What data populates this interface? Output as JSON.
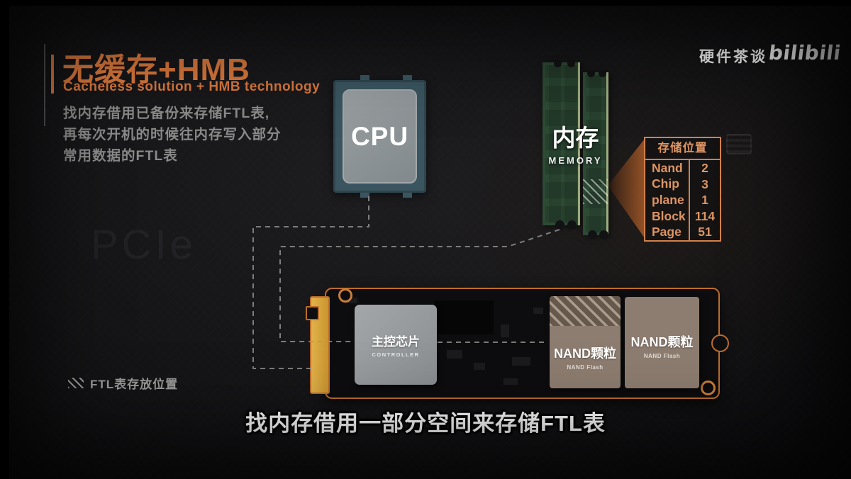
{
  "header": {
    "title": "无缓存+HMB",
    "subtitle_en": "Cacheless solution + HMB technology",
    "description_lines": [
      "找内存借用已备份来存储FTL表,",
      "再每次开机的时候往内存写入部分",
      "常用数据的FTL表"
    ],
    "channel_name": "硬件茶谈",
    "platform_logo": "bilibili"
  },
  "background_watermark": "PCIe",
  "cpu": {
    "label": "CPU"
  },
  "memory": {
    "label": "内存",
    "sublabel": "MEMORY"
  },
  "location_table": {
    "title": "存储位置",
    "rows": [
      {
        "label": "Nand",
        "value": "2"
      },
      {
        "label": "Chip",
        "value": "3"
      },
      {
        "label": "plane",
        "value": "1"
      },
      {
        "label": "Block",
        "value": "114"
      },
      {
        "label": "Page",
        "value": "51"
      }
    ]
  },
  "ssd": {
    "controller": {
      "label": "主控芯片",
      "sublabel": "CONTROLLER"
    },
    "nand_chips": [
      {
        "label": "NAND颗粒",
        "sublabel": "NAND Flash"
      },
      {
        "label": "NAND颗粒",
        "sublabel": "NAND Flash"
      }
    ]
  },
  "legend": {
    "label": "FTL表存放位置"
  },
  "caption": "找内存借用一部分空间来存储FTL表",
  "colors": {
    "accent_orange": "#d9773b",
    "table_orange": "#d3814b",
    "pcb_border_orange": "#bd6d2a",
    "connector_gold": "#d2a23b",
    "ram_green": "#2d4a35",
    "nand_tan": "#8d7d70",
    "controller_gray": "#97999c",
    "cpu_teal": "#3a5560",
    "dash_gray": "#9a9a9a",
    "body_text_gray": "#8a8a8a"
  }
}
